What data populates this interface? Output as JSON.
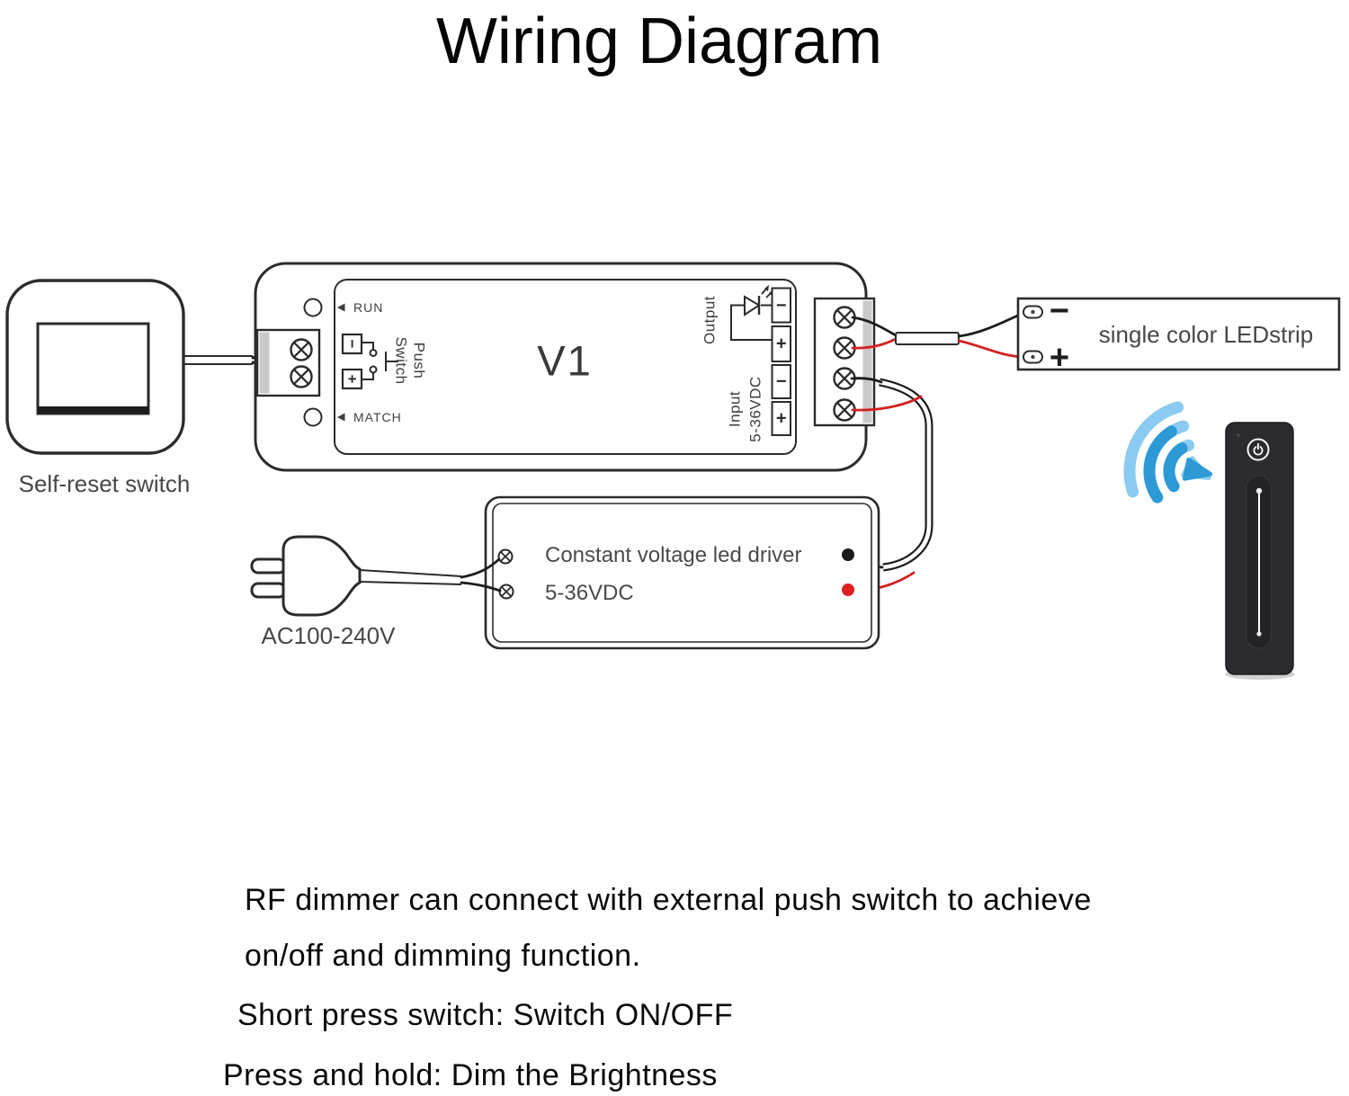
{
  "title": "Wiring Diagram",
  "colors": {
    "wire_negative": "#1c1c1c",
    "wire_positive": "#d42020",
    "rf_signal_light": "#8ccbf1",
    "rf_signal_dark": "#2d9ad6",
    "remote_body": "#2b2b2f"
  },
  "self_reset_switch": {
    "label": "Self-reset switch"
  },
  "controller": {
    "model": "V1",
    "run_label": "RUN",
    "match_label": "MATCH",
    "push_switch": {
      "line1": "Push",
      "line2": "Switch",
      "minus": "−",
      "plus": "+"
    },
    "output": {
      "label": "Output",
      "minus": "−",
      "plus": "+"
    },
    "input": {
      "label": "Input",
      "voltage": "5-36VDC",
      "minus": "−",
      "plus": "+"
    }
  },
  "led_strip": {
    "label": "single color LEDstrip",
    "minus": "−",
    "plus": "+"
  },
  "driver": {
    "name": "Constant voltage led driver",
    "voltage": "5-36VDC"
  },
  "plug": {
    "label": "AC100-240V"
  },
  "notes": {
    "line1": "RF dimmer can connect with external push switch to achieve",
    "line2": "on/off and dimming function.",
    "line3": "Short press switch: Switch ON/OFF",
    "line4": "Press and hold: Dim the Brightness"
  }
}
